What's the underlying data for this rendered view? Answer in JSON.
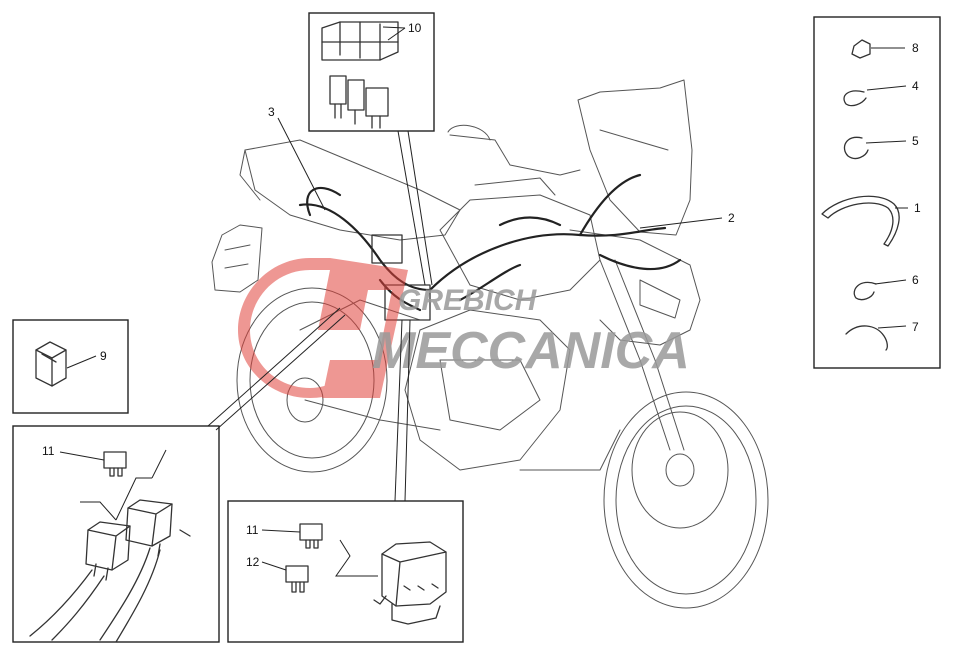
{
  "callouts": {
    "c1": "1",
    "c2": "2",
    "c3": "3",
    "c4": "4",
    "c5": "5",
    "c6": "6",
    "c7": "7",
    "c8": "8",
    "c9": "9",
    "c10": "10",
    "c11a": "11",
    "c11b": "11",
    "c12": "12"
  },
  "watermark": {
    "line1": "GREBICH",
    "line2": "MECCANICA",
    "logo_color": "#e0423a",
    "text_color": "#9a9a9a"
  }
}
